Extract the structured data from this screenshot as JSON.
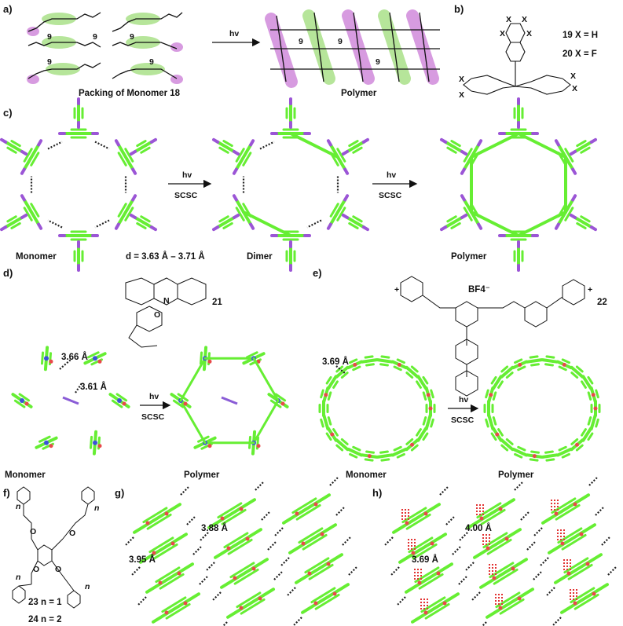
{
  "panels": {
    "a": {
      "label": "a)",
      "monomer_caption": "Packing  of Monomer 18",
      "polymer_caption": "Polymer",
      "arrow_label": "hv",
      "chain_sub": "9"
    },
    "b": {
      "label": "b)",
      "substituent": "X",
      "compound_19": "19  X = H",
      "compound_20": "20  X = F"
    },
    "c": {
      "label": "c)",
      "monomer": "Monomer",
      "dimer": "Dimer",
      "polymer": "Polymer",
      "distance": "d = 3.63 Å – 3.71 Å",
      "arrow1_top": "hv",
      "arrow1_bottom": "SCSC",
      "arrow2_top": "hv",
      "arrow2_bottom": "SCSC"
    },
    "d": {
      "label": "d)",
      "compound": "21",
      "distance1": "3.66 Å",
      "distance2": "3.61 Å",
      "monomer": "Monomer",
      "polymer": "Polymer",
      "arrow_top": "hv",
      "arrow_bottom": "SCSC"
    },
    "e": {
      "label": "e)",
      "compound": "22",
      "counterion": "BF4⁻",
      "distance": "3.69 Å",
      "monomer": "Monomer",
      "polymer": "Polymer",
      "arrow_top": "hv",
      "arrow_bottom": "SCSC"
    },
    "f": {
      "label": "f)",
      "compound_23": "23 n = 1",
      "compound_24": "24 n = 2",
      "n": "n"
    },
    "g": {
      "label": "g)",
      "distance1": "3.88 Å",
      "distance2": "3.95 Å"
    },
    "h": {
      "label": "h)",
      "distance1": "4.00 Å",
      "distance2": "3.69 Å"
    }
  },
  "colors": {
    "carbon": "#66ee33",
    "carbon_dark": "#33aa11",
    "oxygen": "#e84a4a",
    "nitrogen": "#3b52d9",
    "fluorine": "#9b55d6",
    "green_highlight": "#b6e59a",
    "purple_highlight": "#d79be0",
    "contact_dash": "#222222",
    "contact_red": "#e23333"
  }
}
